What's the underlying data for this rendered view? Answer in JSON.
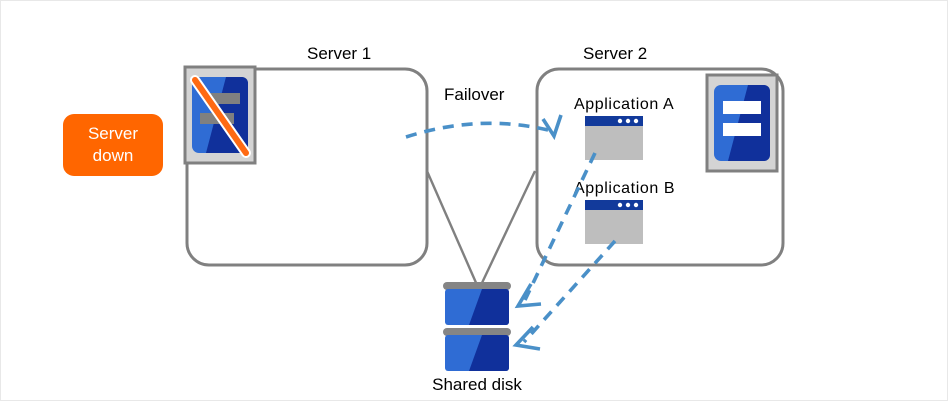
{
  "diagram": {
    "title_server1": "Server 1",
    "title_server2": "Server 2",
    "failover_label": "Failover",
    "shared_disk_label": "Shared disk",
    "status_badge": {
      "line1": "Server",
      "line2": "down",
      "color": "#FF6600",
      "text_color": "#FFFFFF"
    },
    "server1": {
      "name": "Server 1",
      "state": "down",
      "icon": "server-down-icon",
      "applications": []
    },
    "server2": {
      "name": "Server 2",
      "state": "active",
      "icon": "server-active-icon",
      "applications": [
        {
          "label": "Application  A",
          "icon": "app-window-icon"
        },
        {
          "label": "Application  B",
          "icon": "app-window-icon"
        }
      ]
    },
    "shared_disk": {
      "label": "Shared disk",
      "blocks": 2,
      "icon": "disk-stack-icon"
    },
    "connections": [
      {
        "from": "Server 1",
        "to": "Shared disk",
        "style": "solid",
        "color": "#808080"
      },
      {
        "from": "Server 2",
        "to": "Shared disk",
        "style": "solid",
        "color": "#808080"
      },
      {
        "from": "Server 1",
        "to": "Server 2",
        "style": "dashed-arrow",
        "color": "#4A90C8",
        "label": "Failover"
      },
      {
        "from": "Application  A",
        "to": "Shared disk",
        "style": "dashed-arrow",
        "color": "#4A90C8"
      },
      {
        "from": "Application  B",
        "to": "Shared disk",
        "style": "dashed-arrow",
        "color": "#4A90C8"
      }
    ],
    "colors": {
      "box_border": "#808080",
      "arrow_blue": "#4A90C8",
      "server_blue_light": "#2F6CD4",
      "server_blue_dark": "#10309B",
      "icon_frame": "#D4D4D4",
      "icon_frame_border": "#808080",
      "app_titlebar": "#123A9B",
      "app_body": "#BEBEBE",
      "disk_gray": "#858585",
      "slash_orange": "#FF6A13"
    }
  }
}
